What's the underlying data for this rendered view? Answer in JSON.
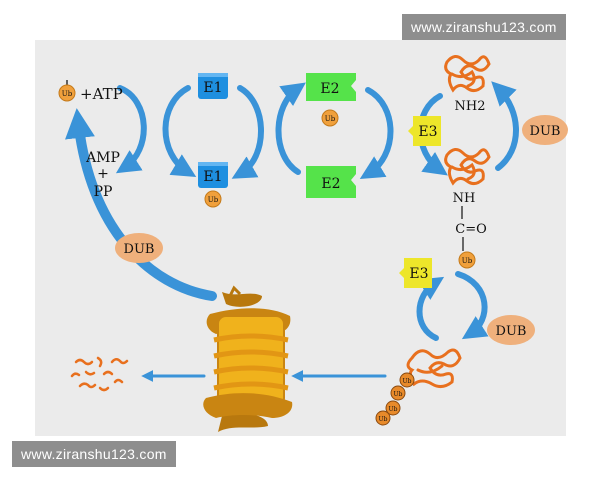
{
  "watermark": "www.ziranshu123.com",
  "reactants": {
    "atp": "+ATP",
    "amp": "AMP",
    "plus": "+",
    "pp": "PP"
  },
  "enzymes": {
    "e1": "E1",
    "e2": "E2",
    "e3": "E3"
  },
  "tag": "Ub",
  "dub": "DUB",
  "substrate": {
    "nh2": "NH2",
    "nh": "NH",
    "co": "C=O"
  },
  "colors": {
    "panel": "#ebebeb",
    "arrow": "#3a93d8",
    "e1": "#1e8fe0",
    "e2": "#55e34a",
    "e3": "#ede62a",
    "ub": "#f0a03c",
    "dub": "#efb07c",
    "protein": "#e8701e",
    "proteasome": "#e9a40e"
  }
}
